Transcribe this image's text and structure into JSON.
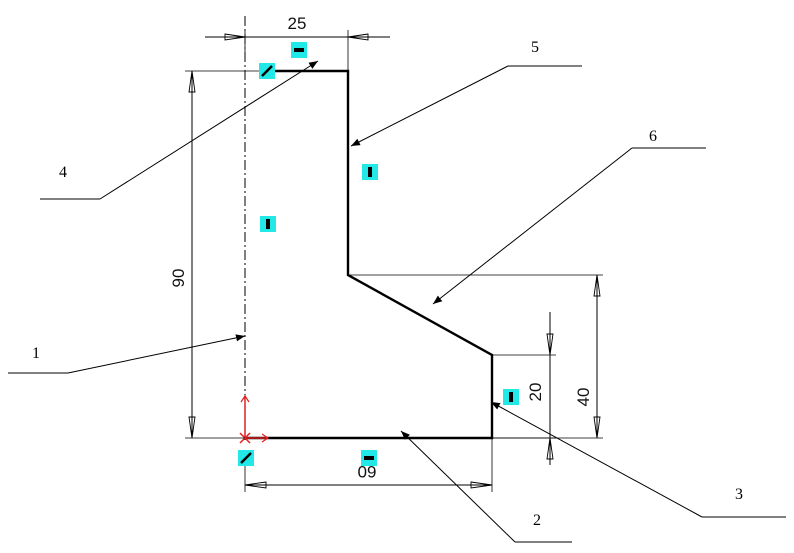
{
  "dimensions": {
    "top_width": "25",
    "total_height": "90",
    "bottom_width": "60",
    "right_height_small": "20",
    "right_height_large": "40"
  },
  "callouts": {
    "c1": "1",
    "c2": "2",
    "c3": "3",
    "c4": "4",
    "c5": "5",
    "c6": "6"
  },
  "relations": {
    "horizontal_symbol": "horizontal-relation-icon",
    "vertical_symbol": "vertical-relation-icon",
    "collinear_symbol": "coincident-relation-icon",
    "badge_color": "#22e8e8"
  }
}
